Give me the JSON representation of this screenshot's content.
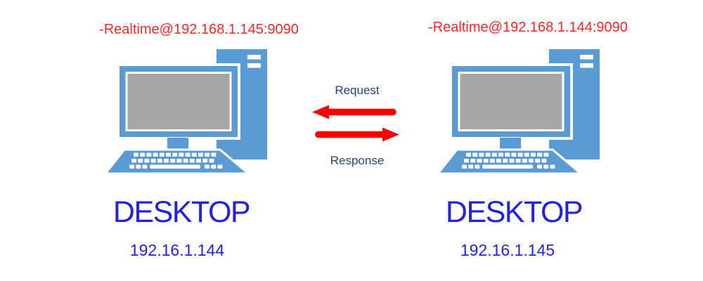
{
  "page": {
    "background": "#ffffff"
  },
  "colors": {
    "computer_blue": "#5B9BD5",
    "screen_gray": "#A6A6A6",
    "realtime_label_red": "#FB2525",
    "arrow_red": "#FF0000",
    "arrow_label_navy": "#264478",
    "caption_blue": "#2222E2"
  },
  "left_computer": {
    "realtime_label": "-Realtime@192.168.1.145:9090",
    "caption": "DESKTOP",
    "ip_address": "192.16.1.144"
  },
  "right_computer": {
    "realtime_label": "-Realtime@192.168.1.144:9090",
    "caption": "DESKTOP",
    "ip_address": "192.16.1.145"
  },
  "connection": {
    "request_label": "Request",
    "response_label": "Response"
  },
  "icons": {
    "computer": "desktop-computer-icon",
    "request_arrow": "arrow-left-icon",
    "response_arrow": "arrow-right-icon"
  }
}
